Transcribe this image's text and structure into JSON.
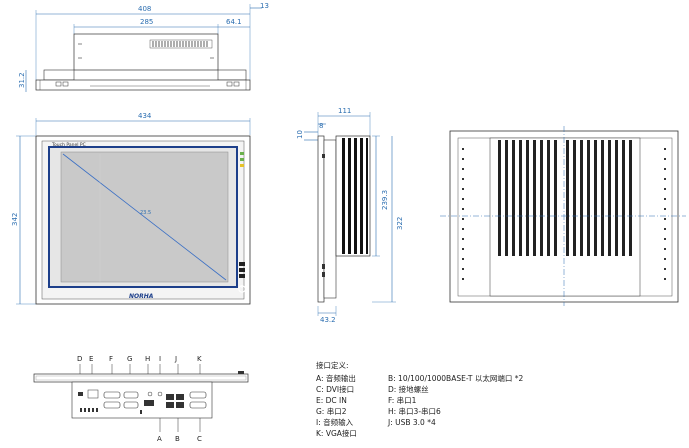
{
  "dimensions": {
    "top_width": "408",
    "top_inner": "285",
    "top_offset": "64.1",
    "top_right": "13",
    "top_height": "31.2",
    "front_width": "434",
    "front_height": "342",
    "side_depth": "111",
    "side_10": "10",
    "side_8": "8",
    "side_inner_height": "239.3",
    "side_height": "322",
    "side_bottom": "43.2"
  },
  "front_panel": {
    "caption": "Touch Panel PC",
    "brand": "NORHA"
  },
  "port_markers": {
    "top": [
      "D",
      "E",
      "F",
      "G",
      "H",
      "I",
      "J",
      "K"
    ],
    "bottom": [
      "A",
      "B",
      "C"
    ]
  },
  "legend": {
    "title": "接口定义:",
    "items": [
      "A: 音频输出",
      "B: 10/100/1000BASE-T 以太网端口 *2",
      "C: DVI接口",
      "D: 接地螺丝",
      "E: DC IN",
      "F: 串口1",
      "G: 串口2",
      "H: 串口3-串口6",
      "I: 音频输入",
      "J: USB 3.0 *4",
      "K: VGA接口"
    ]
  },
  "colors": {
    "dimension": "#2a6db0",
    "bezel_blue": "#1d3f8a",
    "screen": "#c9c9c9",
    "diagonal": "#3a6fc4"
  }
}
